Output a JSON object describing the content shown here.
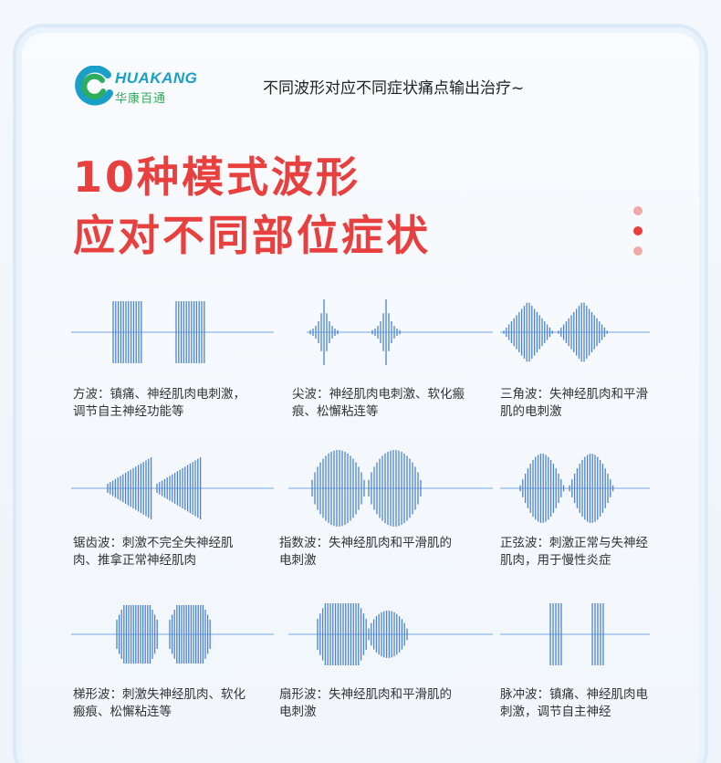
{
  "brand": {
    "name_en": "HUAKANG",
    "name_cn": "华康百通",
    "colors": {
      "blue": "#1aa0c8",
      "green": "#2cae5a"
    }
  },
  "tagline": "不同波形对应不同症状痛点输出治疗~",
  "headline": {
    "line1": "10种模式波形",
    "line2": "应对不同部位症状",
    "color": "#e8403f"
  },
  "wave_color": "#4a82d6",
  "waveforms": [
    {
      "key": "square",
      "text": "方波：镇痛、神经肌肉电刺激，调节自主神经功能等"
    },
    {
      "key": "spike",
      "text": "尖波：神经肌肉电刺激、软化瘢痕、松懈粘连等"
    },
    {
      "key": "triangle",
      "text": "三角波：失神经肌肉和平滑肌的电刺激"
    },
    {
      "key": "sawtooth",
      "text": "锯齿波：刺激不完全失神经肌肉、推拿正常神经肌肉"
    },
    {
      "key": "exponential",
      "text": "指数波：失神经肌肉和平滑肌的电刺激"
    },
    {
      "key": "sine",
      "text": "正弦波：刺激正常与失神经肌肉，用于慢性炎症"
    },
    {
      "key": "trapezoid",
      "text": "梯形波：刺激失神经肌肉、软化瘢痕、松懈粘连等"
    },
    {
      "key": "fan",
      "text": "扇形波：失神经肌肉和平滑肌的电刺激"
    },
    {
      "key": "pulse",
      "text": "脉冲波：镇痛、神经肌肉电刺激，调节自主神经"
    }
  ]
}
